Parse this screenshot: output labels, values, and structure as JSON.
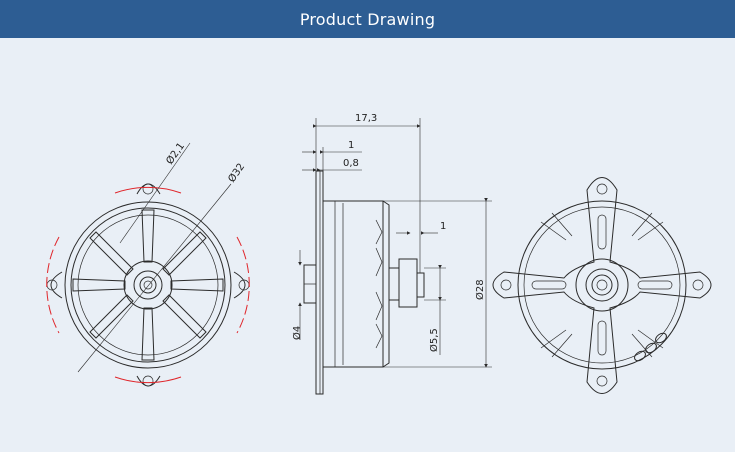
{
  "header": {
    "title": "Product Drawing"
  },
  "colors": {
    "header_bg": "#2d5d93",
    "background": "#e9eff6",
    "line": "#2b2b2b",
    "accent": "#e0262b"
  },
  "dimensions": {
    "hole_dia": "Ø2,1",
    "mount_dia": "Ø32",
    "length_total": "17,3",
    "plate_1": "1",
    "plate_08": "0,8",
    "prop_step": "1",
    "shaft_dia": "Ø4",
    "adapter_dia": "Ø5,5",
    "body_dia": "Ø28"
  }
}
